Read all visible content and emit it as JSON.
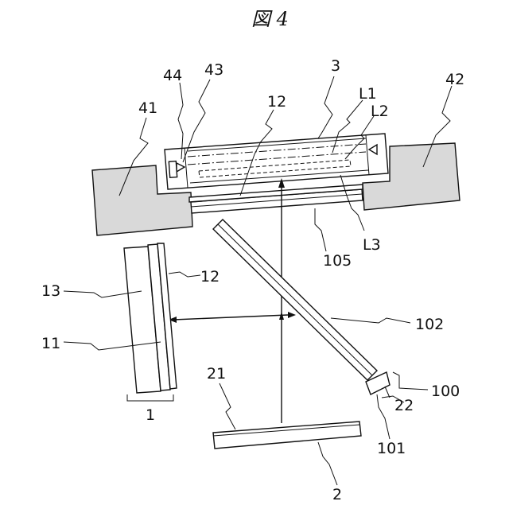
{
  "figure": {
    "title": "図 4"
  },
  "labels": {
    "l44": "44",
    "l43": "43",
    "l3": "3",
    "lL1": "L1",
    "lL2": "L2",
    "l42": "42",
    "l41": "41",
    "l12_top": "12",
    "lL3": "L3",
    "l105": "105",
    "l12_left": "12",
    "l13": "13",
    "l11": "11",
    "l1": "1",
    "l102": "102",
    "l21": "21",
    "l100": "100",
    "l22": "22",
    "l101": "101",
    "l2": "2"
  },
  "colors": {
    "stroke": "#111111",
    "housing_fill": "#d9d9d9",
    "background": "#ffffff"
  }
}
